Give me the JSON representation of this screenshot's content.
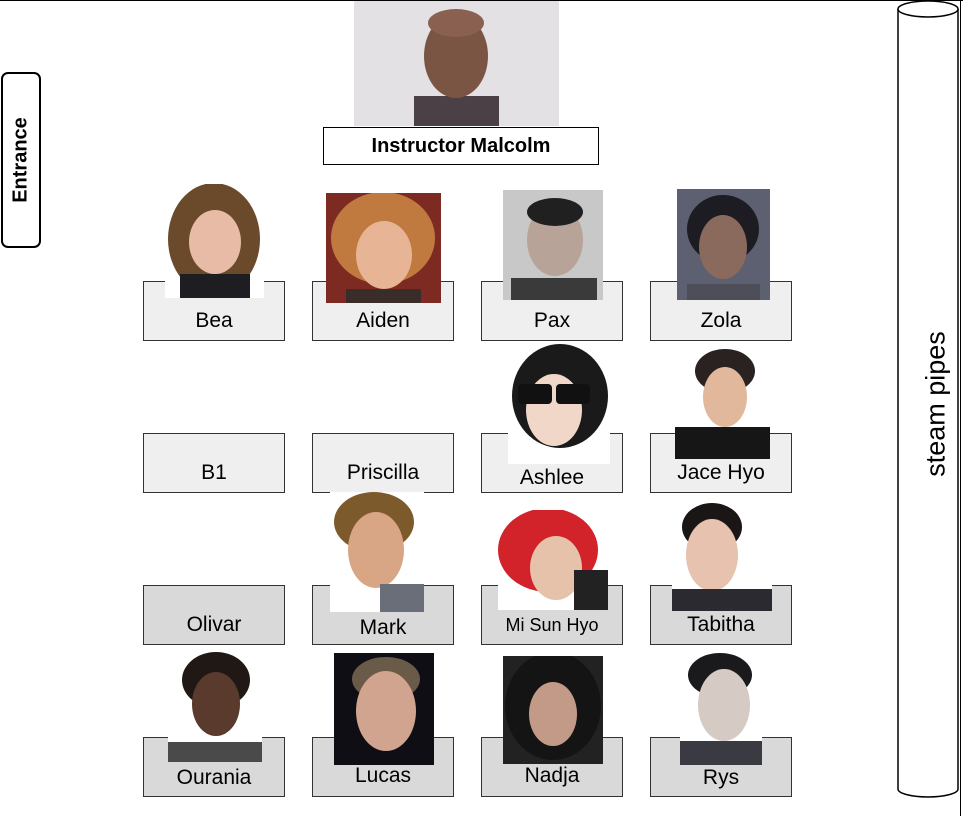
{
  "instructor": {
    "name": "Instructor Malcolm",
    "icon": "person-photo"
  },
  "entrance": {
    "label": "Entrance"
  },
  "pipes": {
    "label": "steam pipes"
  },
  "seats": {
    "row1": [
      {
        "name": "Bea"
      },
      {
        "name": "Aiden"
      },
      {
        "name": "Pax"
      },
      {
        "name": "Zola"
      }
    ],
    "row2": [
      {
        "name": "B1"
      },
      {
        "name": "Priscilla"
      },
      {
        "name": "Ashlee"
      },
      {
        "name": "Jace Hyo"
      }
    ],
    "row3": [
      {
        "name": "Olivar"
      },
      {
        "name": "Mark"
      },
      {
        "name": "Mi Sun Hyo"
      },
      {
        "name": "Tabitha"
      }
    ],
    "row4": [
      {
        "name": "Ourania"
      },
      {
        "name": "Lucas"
      },
      {
        "name": "Nadja"
      },
      {
        "name": "Rys"
      }
    ]
  }
}
